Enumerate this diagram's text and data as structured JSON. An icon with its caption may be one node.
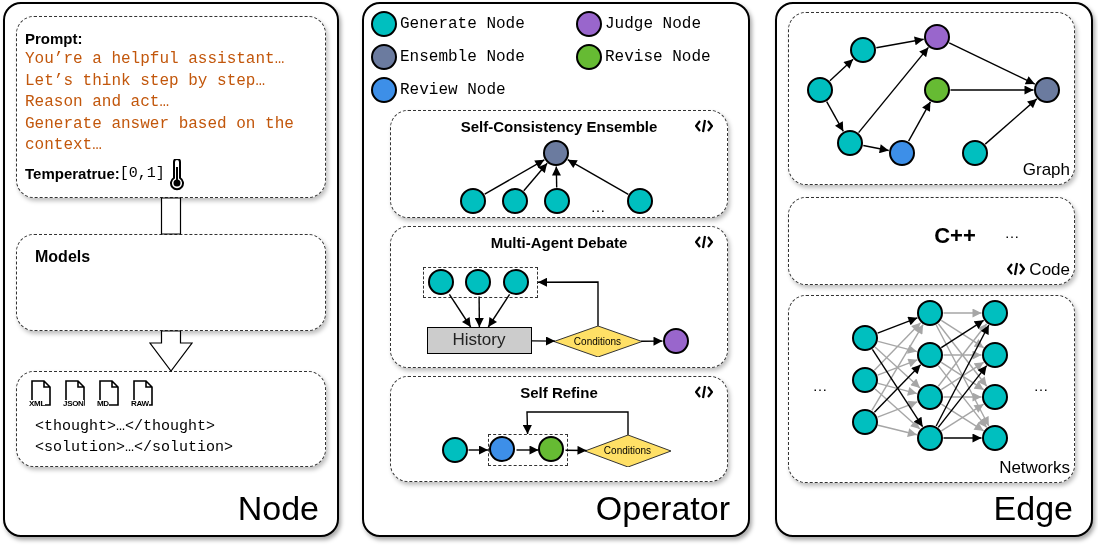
{
  "diagram": {
    "nodes": [
      {
        "text": [
          "Node"
        ]
      },
      {
        "text": [
          "Prompt:",
          "You’re a helpful assistant…",
          "Let’s think step by step…",
          "Reason and act…",
          "Generate answer based on the context…",
          "Temperatrue:",
          "[0,1]"
        ],
        "in": 0
      },
      {
        "text": [
          "Models"
        ],
        "in": 0
      },
      {
        "text": [
          "XML",
          "JSON",
          "MD",
          "RAW",
          "<thought>…</thought>",
          "<solution>…</solution>"
        ],
        "in": 0
      },
      {
        "text": [
          "Operator"
        ]
      },
      {
        "text": [
          "Self-Consistency Ensemble"
        ],
        "in": 4
      },
      {
        "text": [],
        "shape": "circle",
        "in": 5
      },
      {
        "text": [],
        "shape": "circle",
        "in": 5
      },
      {
        "text": [],
        "shape": "circle",
        "in": 5
      },
      {
        "text": [],
        "shape": "circle",
        "in": 5
      },
      {
        "text": [],
        "shape": "circle",
        "in": 5
      },
      {
        "text": [
          "Multi-Agent Debate"
        ],
        "in": 4
      },
      {
        "text": [],
        "shape": "box",
        "in": 11
      },
      {
        "text": [],
        "shape": "circle",
        "in": 12
      },
      {
        "text": [],
        "shape": "circle",
        "in": 12
      },
      {
        "text": [],
        "shape": "circle",
        "in": 12
      },
      {
        "text": [
          "History"
        ],
        "in": 11
      },
      {
        "text": [
          "Conditions"
        ],
        "in": 11
      },
      {
        "text": [],
        "shape": "circle",
        "in": 11
      },
      {
        "text": [
          "Self Refine"
        ],
        "in": 4
      },
      {
        "text": [],
        "shape": "circle",
        "in": 19
      },
      {
        "text": [],
        "shape": "box",
        "in": 19
      },
      {
        "text": [],
        "shape": "circle",
        "in": 21
      },
      {
        "text": [],
        "shape": "circle",
        "in": 21
      },
      {
        "text": [
          "Conditions"
        ],
        "in": 19
      },
      {
        "text": [
          "Edge"
        ]
      },
      {
        "text": [
          "Graph"
        ],
        "in": 25
      },
      {
        "text": [],
        "shape": "circle",
        "in": 26
      },
      {
        "text": [],
        "shape": "circle",
        "in": 26
      },
      {
        "text": [],
        "shape": "circle",
        "in": 26
      },
      {
        "text": [],
        "shape": "circle",
        "in": 26
      },
      {
        "text": [],
        "shape": "circle",
        "in": 26
      },
      {
        "text": [],
        "shape": "circle",
        "in": 26
      },
      {
        "text": [],
        "shape": "circle",
        "in": 26
      },
      {
        "text": [],
        "shape": "circle",
        "in": 26
      },
      {
        "text": [
          "Code"
        ],
        "in": 25
      },
      {
        "text": [
          "Networks"
        ],
        "in": 25
      },
      {
        "text": [],
        "shape": "circle",
        "in": 36
      },
      {
        "text": [],
        "shape": "circle",
        "in": 36
      },
      {
        "text": [],
        "shape": "circle",
        "in": 36
      },
      {
        "text": [],
        "shape": "circle",
        "in": 36
      },
      {
        "text": [],
        "shape": "circle",
        "in": 36
      },
      {
        "text": [],
        "shape": "circle",
        "in": 36
      },
      {
        "text": [],
        "shape": "circle",
        "in": 36
      },
      {
        "text": [],
        "shape": "circle",
        "in": 36
      },
      {
        "text": [],
        "shape": "circle",
        "in": 36
      },
      {
        "text": [],
        "shape": "circle",
        "in": 36
      },
      {
        "text": [],
        "shape": "circle",
        "in": 36
      }
    ],
    "edges": [
      {
        "from": 1,
        "to": 2,
        "arrow": "none"
      },
      {
        "from": 2,
        "to": 3,
        "arrow": "to"
      },
      {
        "from": 7,
        "to": 6,
        "arrow": "to"
      },
      {
        "from": 8,
        "to": 6,
        "arrow": "to"
      },
      {
        "from": 9,
        "to": 6,
        "arrow": "to"
      },
      {
        "from": 10,
        "to": 6,
        "arrow": "to"
      },
      {
        "from": 13,
        "to": 16,
        "arrow": "to"
      },
      {
        "from": 14,
        "to": 16,
        "arrow": "to"
      },
      {
        "from": 15,
        "to": 16,
        "arrow": "to"
      },
      {
        "from": 16,
        "to": 17,
        "arrow": "to"
      },
      {
        "from": 17,
        "to": 18,
        "arrow": "to"
      },
      {
        "from": 17,
        "to": 12,
        "arrow": "to"
      },
      {
        "from": 20,
        "to": 21,
        "arrow": "to"
      },
      {
        "from": 22,
        "to": 23,
        "arrow": "to"
      },
      {
        "from": 23,
        "to": 24,
        "arrow": "to"
      },
      {
        "from": 24,
        "to": 21,
        "arrow": "to"
      },
      {
        "from": 27,
        "to": 28,
        "arrow": "to"
      },
      {
        "from": 27,
        "to": 29,
        "arrow": "to"
      },
      {
        "from": 28,
        "to": 30,
        "arrow": "to"
      },
      {
        "from": 29,
        "to": 30,
        "arrow": "to"
      },
      {
        "from": 29,
        "to": 32,
        "arrow": "to"
      },
      {
        "from": 32,
        "to": 31,
        "arrow": "to"
      },
      {
        "from": 30,
        "to": 33,
        "arrow": "to"
      },
      {
        "from": 31,
        "to": 33,
        "arrow": "to"
      },
      {
        "from": 34,
        "to": 33,
        "arrow": "to"
      },
      {
        "from": 37,
        "to": 40,
        "arrow": "to"
      },
      {
        "from": 37,
        "to": 41,
        "arrow": "to",
        "color": "#a6a6a6"
      },
      {
        "from": 37,
        "to": 42,
        "arrow": "to",
        "color": "#a6a6a6"
      },
      {
        "from": 37,
        "to": 43,
        "arrow": "to"
      },
      {
        "from": 38,
        "to": 40,
        "arrow": "to",
        "color": "#a6a6a6"
      },
      {
        "from": 38,
        "to": 41,
        "arrow": "to",
        "color": "#a6a6a6"
      },
      {
        "from": 38,
        "to": 42,
        "arrow": "to",
        "color": "#a6a6a6"
      },
      {
        "from": 38,
        "to": 43,
        "arrow": "to",
        "color": "#a6a6a6"
      },
      {
        "from": 39,
        "to": 40,
        "arrow": "to",
        "color": "#a6a6a6"
      },
      {
        "from": 39,
        "to": 41,
        "arrow": "to"
      },
      {
        "from": 39,
        "to": 42,
        "arrow": "to",
        "color": "#a6a6a6"
      },
      {
        "from": 39,
        "to": 43,
        "arrow": "to",
        "color": "#a6a6a6"
      },
      {
        "from": 40,
        "to": 44,
        "arrow": "to",
        "color": "#a6a6a6"
      },
      {
        "from": 40,
        "to": 45,
        "arrow": "to",
        "color": "#a6a6a6"
      },
      {
        "from": 40,
        "to": 46,
        "arrow": "to",
        "color": "#a6a6a6"
      },
      {
        "from": 40,
        "to": 47,
        "arrow": "to",
        "color": "#a6a6a6"
      },
      {
        "from": 41,
        "to": 44,
        "arrow": "to"
      },
      {
        "from": 41,
        "to": 45,
        "arrow": "to",
        "color": "#a6a6a6"
      },
      {
        "from": 41,
        "to": 46,
        "arrow": "to",
        "color": "#a6a6a6"
      },
      {
        "from": 41,
        "to": 47,
        "arrow": "to",
        "color": "#a6a6a6"
      },
      {
        "from": 42,
        "to": 44,
        "arrow": "to",
        "color": "#a6a6a6"
      },
      {
        "from": 42,
        "to": 45,
        "arrow": "to",
        "color": "#a6a6a6"
      },
      {
        "from": 42,
        "to": 46,
        "arrow": "to",
        "color": "#a6a6a6"
      },
      {
        "from": 42,
        "to": 47,
        "arrow": "to",
        "color": "#a6a6a6"
      },
      {
        "from": 43,
        "to": 44,
        "arrow": "to"
      },
      {
        "from": 43,
        "to": 45,
        "arrow": "to"
      },
      {
        "from": 43,
        "to": 46,
        "arrow": "to",
        "color": "#a6a6a6"
      },
      {
        "from": 43,
        "to": 47,
        "arrow": "to"
      }
    ],
    "labels": [
      "…",
      "C++",
      "…",
      "…",
      "…"
    ],
    "legend": [
      {
        "text": "Generate Node",
        "color": "#00bfbf"
      },
      {
        "text": "Judge Node",
        "color": "#9966cc"
      },
      {
        "text": "Ensemble Node",
        "color": "#6b7b9f"
      },
      {
        "text": "Revise Node",
        "color": "#66bb33"
      },
      {
        "text": "Review Node",
        "color": "#3d8fe8"
      }
    ]
  }
}
